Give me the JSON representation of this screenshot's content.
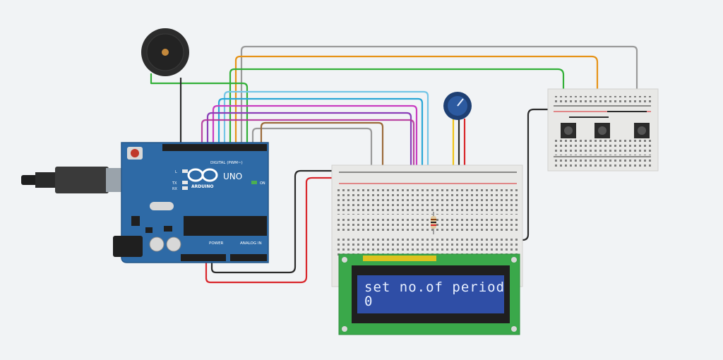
{
  "colors": {
    "background": "#f1f3f5",
    "arduino_board": "#2e6aa6",
    "lcd_screen": "#2f4ea6",
    "lcd_pcb": "#3aa84a",
    "breadboard": "#e8e8e6",
    "wire_black": "#2b2b2b",
    "wire_red": "#d9262b",
    "wire_green": "#33b038",
    "wire_orange": "#e69318",
    "wire_gray": "#9a9a9a",
    "wire_yellow": "#f0c419",
    "wire_magenta": "#c93cc1",
    "wire_purple": "#8b3fb8",
    "wire_cyan": "#2aa7d6",
    "wire_lightblue": "#74c6e6",
    "wire_brown": "#9b6a3a"
  },
  "arduino": {
    "logo_brand": "ARDUINO",
    "model": "UNO",
    "digital_header": "DIGITAL (PWM~)",
    "power_header": "POWER",
    "analog_header": "ANALOG IN",
    "on_label": "ON",
    "tx_label": "TX",
    "rx_label": "RX",
    "l_label": "L"
  },
  "lcd": {
    "line1": "set no.of period",
    "line2": "0"
  },
  "icons": {
    "buzzer": "buzzer-icon",
    "potentiometer": "potentiometer-icon",
    "usb": "usb-cable-icon"
  }
}
